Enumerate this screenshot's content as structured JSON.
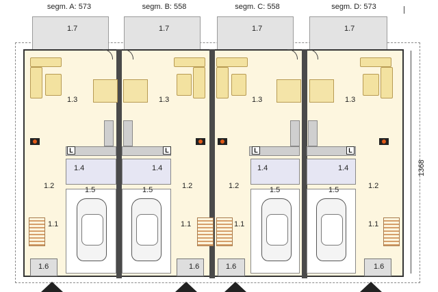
{
  "dimensions": {
    "seg_a": "segm. A: 573",
    "seg_b": "segm. B: 558",
    "seg_c": "segm. C: 558",
    "seg_d": "segm. D: 573",
    "depth": "1368"
  },
  "units": [
    {
      "terrace": "1.7",
      "living": "1.3",
      "bath": "1.4",
      "hall": "1.2",
      "garage": "1.5",
      "stairs": "1.1",
      "porch": "1.6",
      "wc": "L"
    },
    {
      "terrace": "1.7",
      "living": "1.3",
      "bath": "1.4",
      "hall": "1.2",
      "garage": "1.5",
      "stairs": "1.1",
      "porch": "1.6",
      "wc": "L"
    },
    {
      "terrace": "1.7",
      "living": "1.3",
      "bath": "1.4",
      "hall": "1.2",
      "garage": "1.5",
      "stairs": "1.1",
      "porch": "1.6",
      "wc": "L"
    },
    {
      "terrace": "1.7",
      "living": "1.3",
      "bath": "1.4",
      "hall": "1.2",
      "garage": "1.5",
      "stairs": "1.1",
      "porch": "1.6",
      "wc": "L"
    }
  ],
  "colors": {
    "floor": "#fdf6df",
    "wall": "#4a4a4a",
    "terrace": "#e3e3e3",
    "bath": "#e6e6f3",
    "furniture": "#f3e2a0",
    "stairs": "#d59f6a"
  }
}
